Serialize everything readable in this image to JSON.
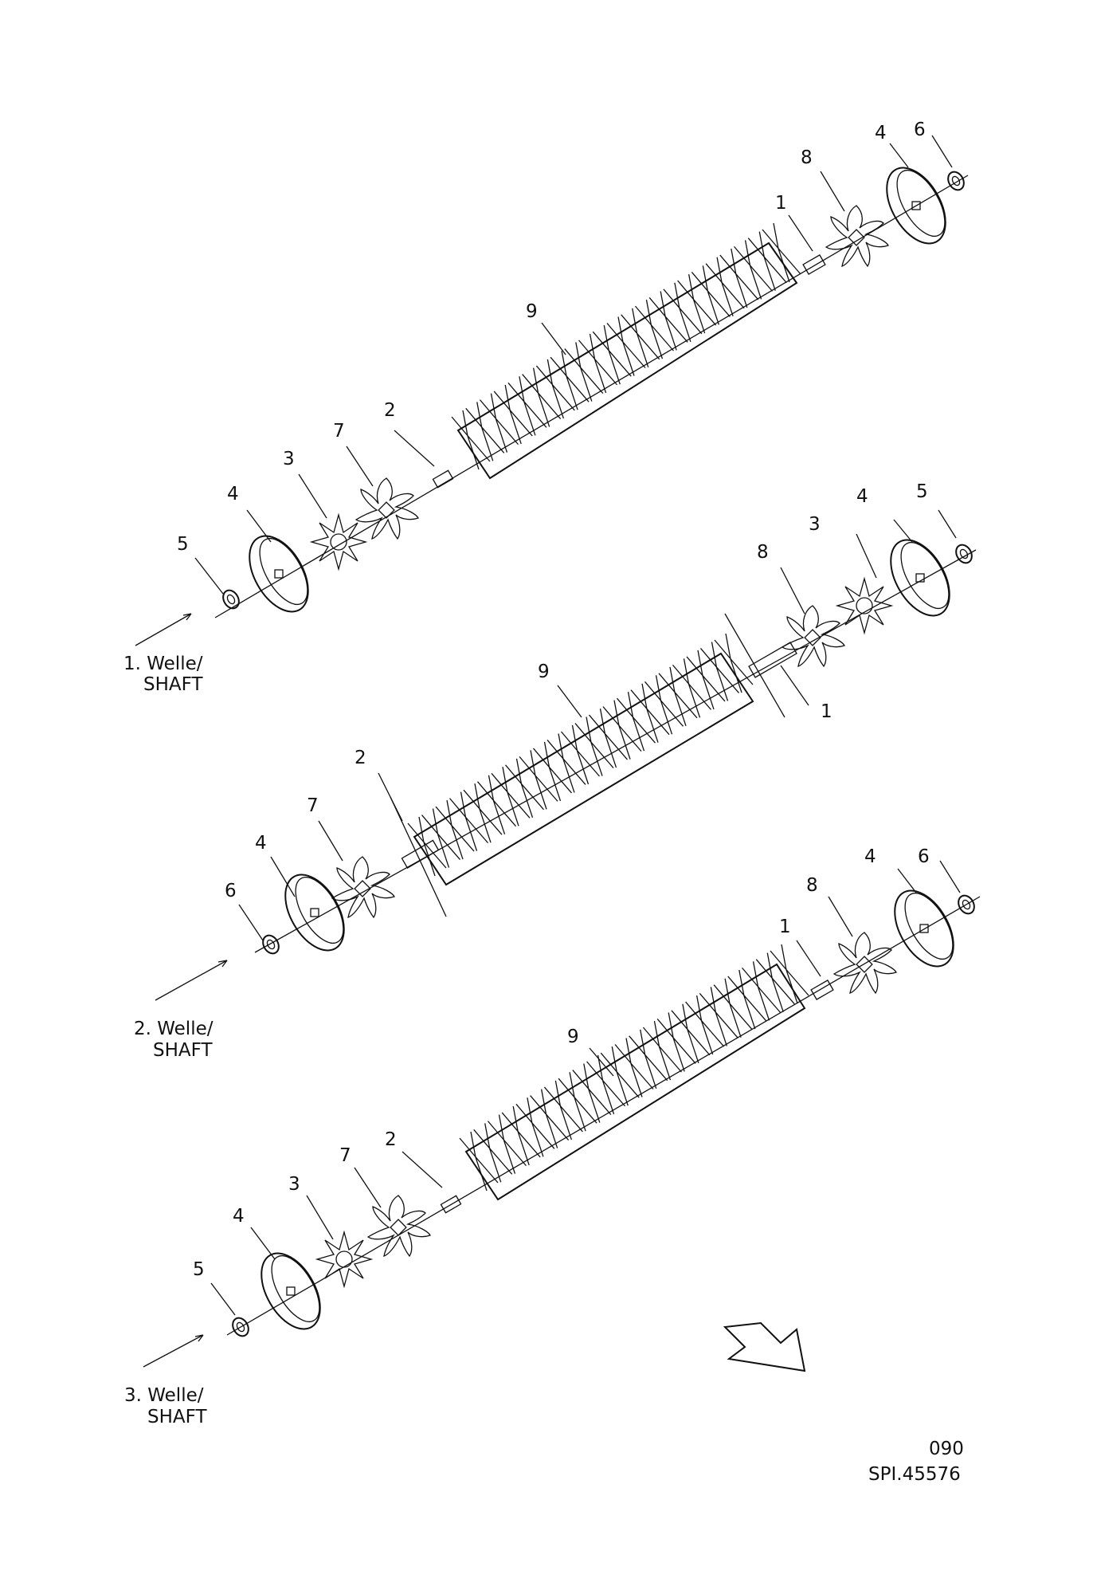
{
  "colors": {
    "ink": "#111111",
    "paper": "#ffffff"
  },
  "shafts": [
    {
      "caption_line1": "1. Welle/",
      "caption_line2": "SHAFT",
      "labels": [
        {
          "text": "4"
        },
        {
          "text": "6"
        },
        {
          "text": "8"
        },
        {
          "text": "1"
        },
        {
          "text": "9"
        },
        {
          "text": "2"
        },
        {
          "text": "7"
        },
        {
          "text": "3"
        },
        {
          "text": "4"
        },
        {
          "text": "5"
        }
      ]
    },
    {
      "caption_line1": "2. Welle/",
      "caption_line2": "SHAFT",
      "labels": [
        {
          "text": "4"
        },
        {
          "text": "5"
        },
        {
          "text": "8"
        },
        {
          "text": "3"
        },
        {
          "text": "9"
        },
        {
          "text": "1"
        },
        {
          "text": "2"
        },
        {
          "text": "7"
        },
        {
          "text": "4"
        },
        {
          "text": "6"
        }
      ]
    },
    {
      "caption_line1": "3. Welle/",
      "caption_line2": "SHAFT",
      "labels": [
        {
          "text": "4"
        },
        {
          "text": "6"
        },
        {
          "text": "8"
        },
        {
          "text": "1"
        },
        {
          "text": "9"
        },
        {
          "text": "2"
        },
        {
          "text": "7"
        },
        {
          "text": "3"
        },
        {
          "text": "4"
        },
        {
          "text": "5"
        }
      ]
    }
  ],
  "footer": {
    "sheet_number": "090",
    "drawing_number": "SPI.45576"
  }
}
